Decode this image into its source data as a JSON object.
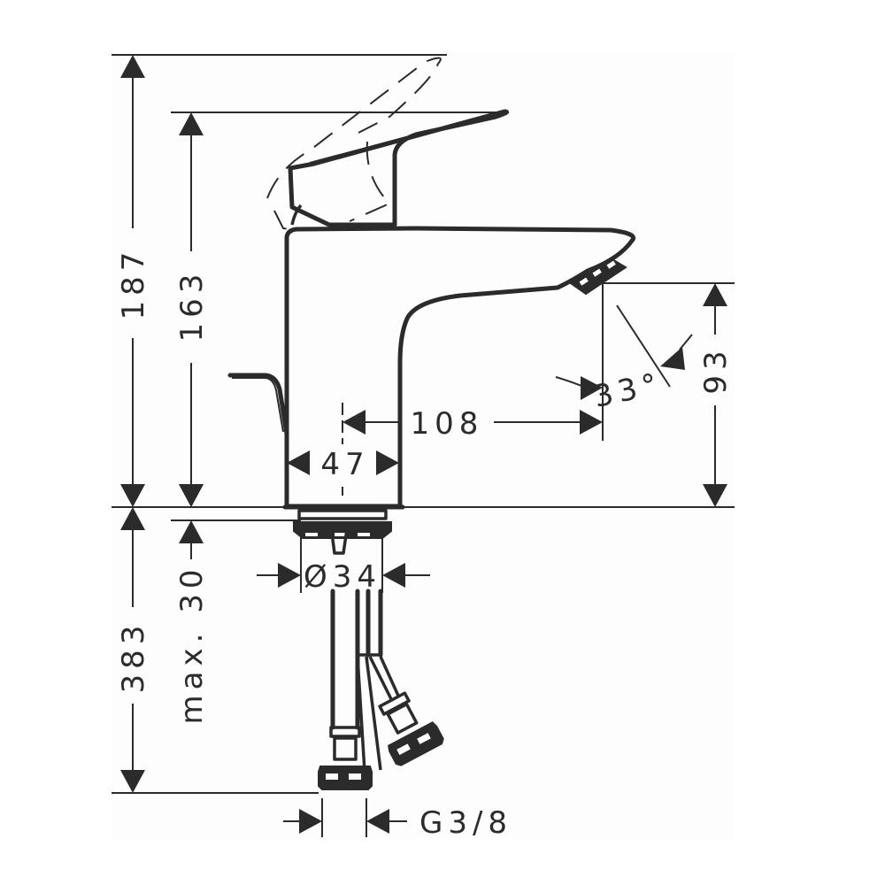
{
  "drawing": {
    "title": "Basin mixer dimension drawing",
    "units": "mm",
    "colors": {
      "line": "#2b2b2b",
      "background": "#ffffff"
    }
  },
  "dimensions": {
    "overall_height": "187",
    "body_height": "163",
    "spout_height": "93",
    "spout_reach": "108",
    "body_width": "47",
    "spout_angle": "33°",
    "shank_diameter": "Ø34",
    "hose_length": "383",
    "max_deck_thickness": "max. 30",
    "connection_thread": "G3/8"
  }
}
